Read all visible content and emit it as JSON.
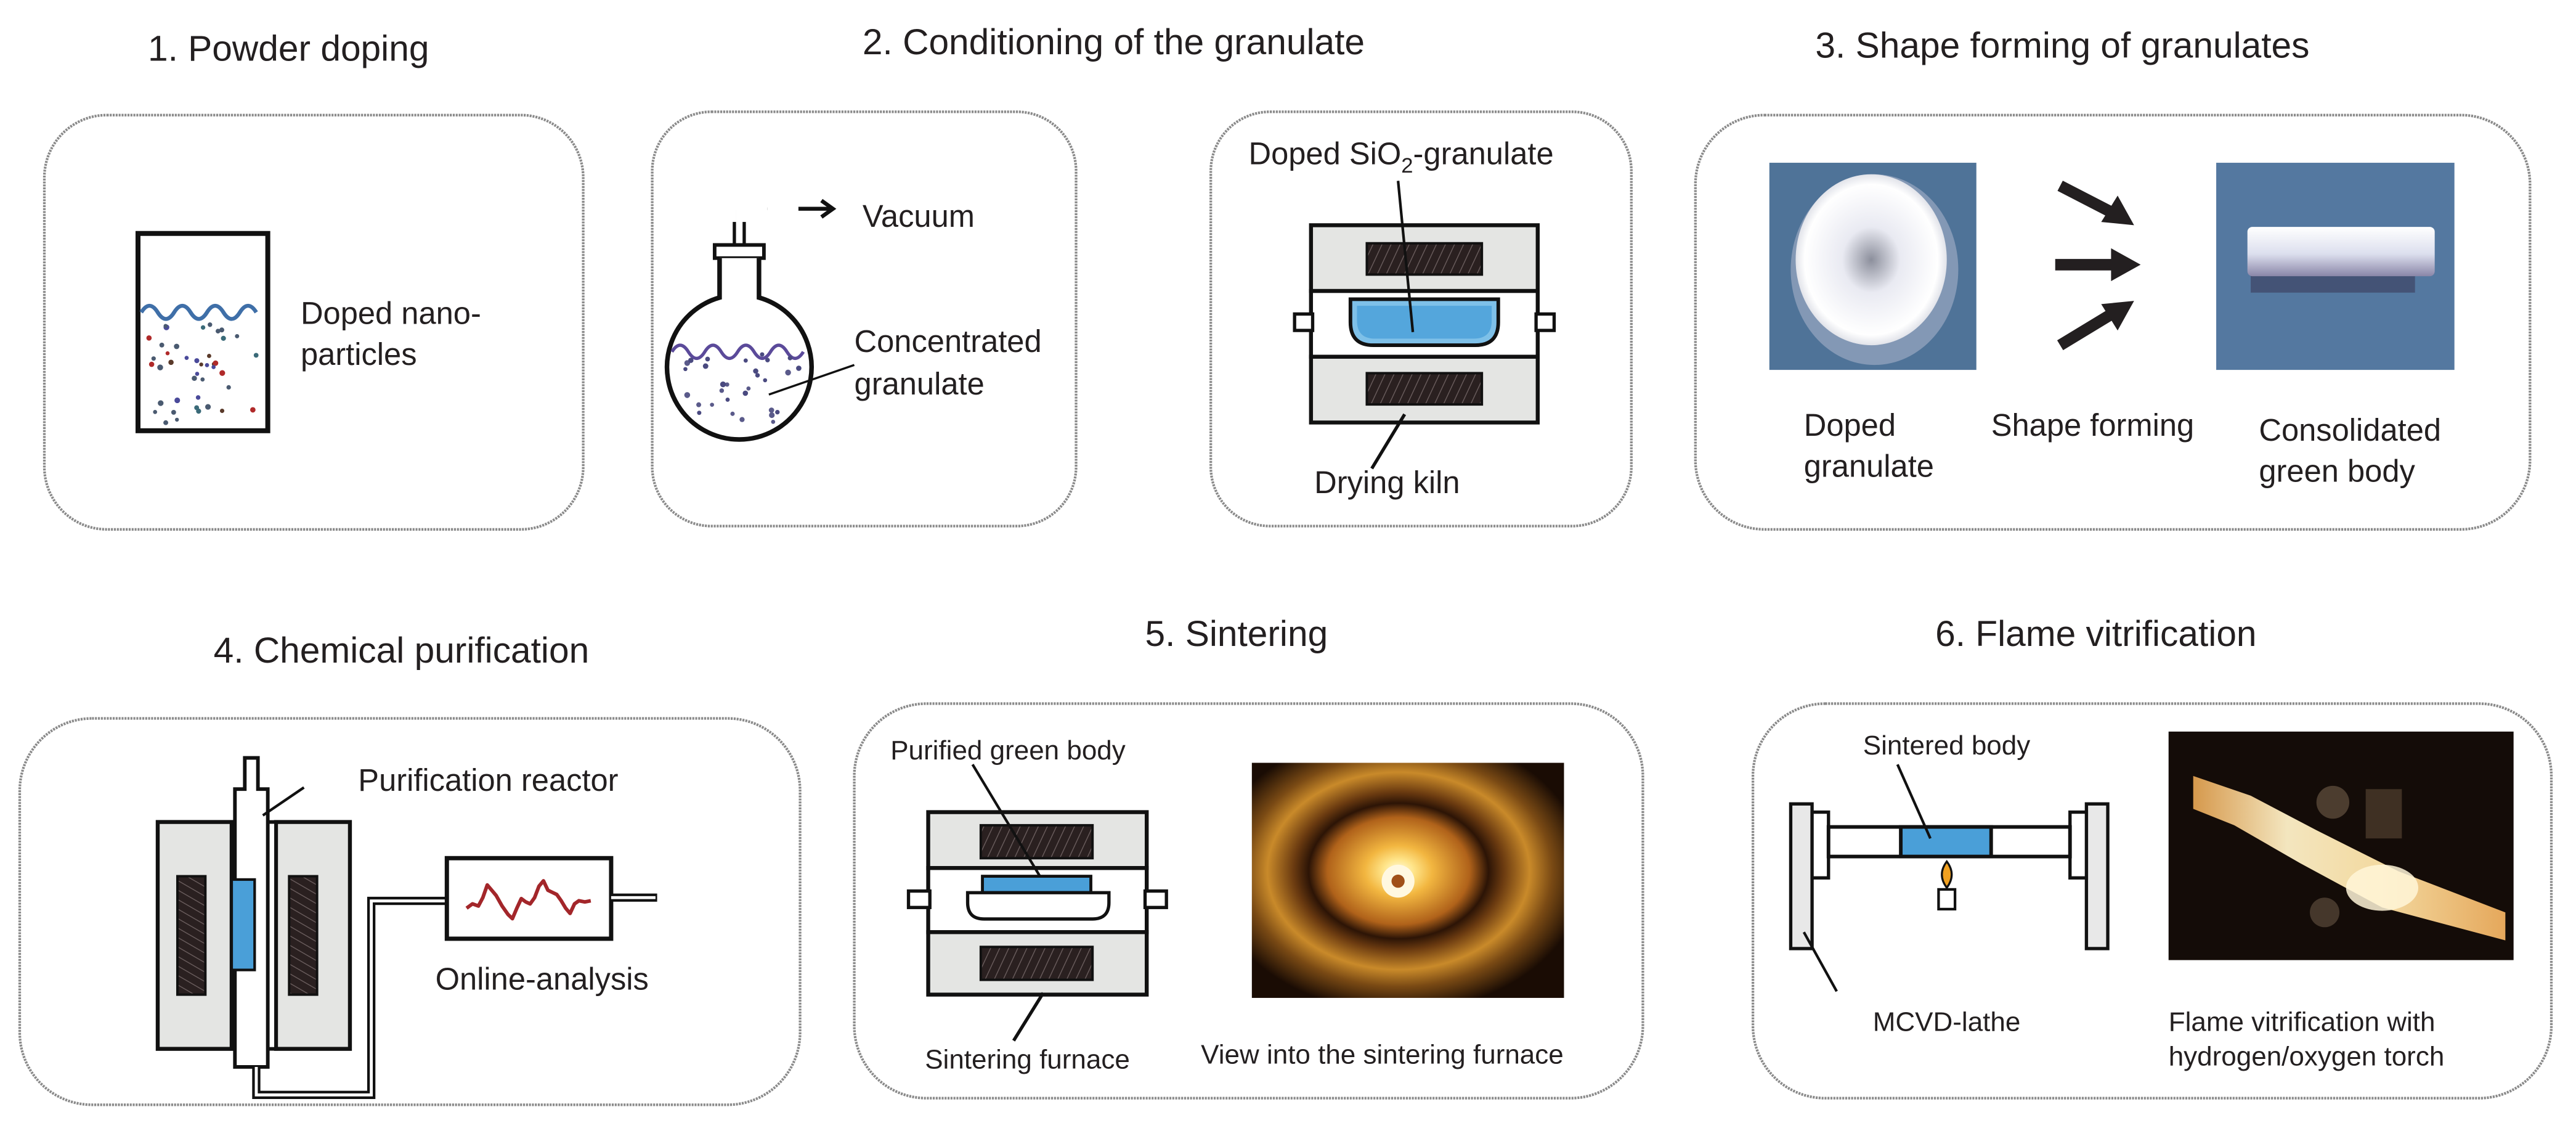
{
  "figure": {
    "steps": [
      {
        "number": "1.",
        "title": "1. Powder doping",
        "labels": {
          "particles_line1": "Doped nano-",
          "particles_line2": "particles"
        }
      },
      {
        "number": "2.",
        "title": "2. Conditioning of the granulate",
        "labels": {
          "vacuum": "Vacuum",
          "concentrated_line1": "Concentrated",
          "concentrated_line2": "granulate",
          "sio2_prefix": "Doped SiO",
          "sio2_subscript": "2",
          "sio2_suffix": "-granulate",
          "drying_kiln": "Drying kiln"
        }
      },
      {
        "number": "3.",
        "title": "3. Shape forming of granulates",
        "labels": {
          "doped_line1": "Doped",
          "doped_line2": "granulate",
          "shape_forming": "Shape forming",
          "consolidated_line1": "Consolidated",
          "consolidated_line2": "green body"
        }
      },
      {
        "number": "4.",
        "title": "4. Chemical purification",
        "labels": {
          "reactor": "Purification reactor",
          "analysis": "Online-analysis"
        }
      },
      {
        "number": "5.",
        "title": "5. Sintering",
        "labels": {
          "purified": "Purified green body",
          "furnace": "Sintering furnace",
          "view": "View into the sintering furnace"
        }
      },
      {
        "number": "6.",
        "title": "6. Flame vitrification",
        "labels": {
          "sintered": "Sintered body",
          "lathe": "MCVD-lathe",
          "flame_line1": "Flame vitrification with",
          "flame_line2": "hydrogen/oxygen torch"
        }
      }
    ],
    "colors": {
      "doped_body_blue": "#4a9fd8",
      "liquid_surface_blue": "#3f6fa8",
      "flask_surface_purple": "#5b4a9a",
      "analysis_trace_red": "#a3262a",
      "heater_dark": "#2a2020",
      "furnace_grey": "#e4e5e3",
      "photo_background_blue": "#4f7398",
      "flame_orange": "#f0a020"
    }
  }
}
